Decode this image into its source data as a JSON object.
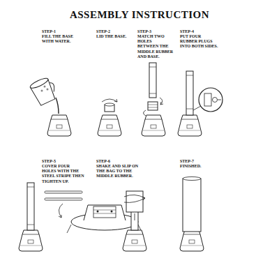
{
  "diagram": {
    "title": "ASSEMBLY INSTRUCTION",
    "labels": [
      "STEP-1",
      "FILL THE BASE WITH WATER.",
      "STEP-2",
      "LID THE BASE.",
      "STEP-3",
      "MATCH TWO HOLES BETWEEN THE MIDDLE RUBBER AND BASE.",
      "STEP-4",
      "PUT FOUR RUBBER PLUGS INTO BOTH SIDES.",
      "STEP-5",
      "COVER FOUR HOLES WITH THE STEEL STRIPE THEN TIGHTEN UP.",
      "STEP-6",
      "SHAKE AND SLIP ON THE BAG TO THE MIDDLE RUBBER.",
      "STEP-7",
      "FINISHED."
    ]
  }
}
